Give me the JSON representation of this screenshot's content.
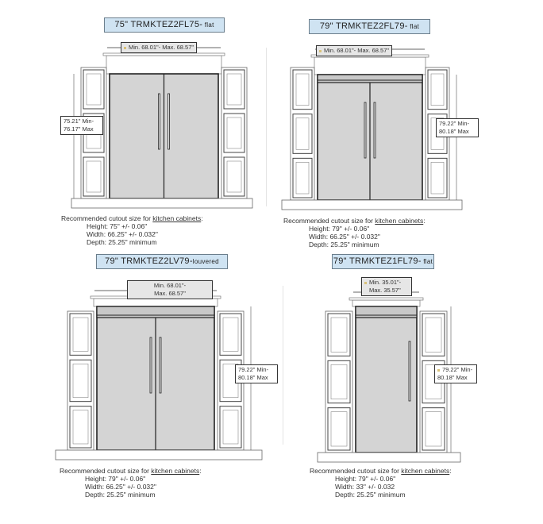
{
  "panels": [
    {
      "title_main": "75\" TRMKTEZ2FL75-",
      "title_suffix": " flat",
      "width_label": "Min. 68.01\"- Max. 68.57\"",
      "height_label_1": "75.21\" Min-",
      "height_label_2": "76.17\" Max",
      "rec_intro": "Recommended cutout size for ",
      "rec_link": "kitchen cabinets",
      "rec_colon": ":",
      "height": "Height: 75\" +/- 0.06\"",
      "width": "Width: 66.25\" +/- 0.032\"",
      "depth": "Depth: 25.25\" minimum"
    },
    {
      "title_main": "79\" TRMKTEZ2FL79-",
      "title_suffix": " flat",
      "width_label": "Min. 68.01\"- Max. 68.57\"",
      "height_label_1": "79.22\" Min-",
      "height_label_2": "80.18\" Max",
      "rec_intro": "Recommended cutout size for ",
      "rec_link": "kitchen cabinets",
      "rec_colon": ":",
      "height": "Height: 79\" +/- 0.06\"",
      "width": "Width: 66.25\" +/- 0.032\"",
      "depth": "Depth: 25.25\" minimum"
    },
    {
      "title_main": "79\" TRMKTEZ2LV79-",
      "title_suffix": "louvered",
      "width_label_1": "Min. 68.01\"-",
      "width_label_2": "Max. 68.57\"",
      "height_label_1": "79.22\" Min-",
      "height_label_2": "80.18\" Max",
      "rec_intro": "Recommended cutout size for ",
      "rec_link": "kitchen cabinets",
      "rec_colon": ":",
      "height": "Height: 79\" +/- 0.06\"",
      "width": "Width: 66.25\" +/- 0.032\"",
      "depth": "Depth: 25.25\" minimum"
    },
    {
      "title_main": "79\" TRMKTEZ1FL79-",
      "title_suffix": " flat",
      "width_label_1": "Min. 35.01\"-",
      "width_label_2": "Max. 35.57\"",
      "height_label_1": "79.22\" Min-",
      "height_label_2": "80.18\" Max",
      "rec_intro": "Recommended cutout size for ",
      "rec_link": "kitchen cabinets",
      "rec_colon": ":",
      "height": "Height: 79\" +/- 0.06\"",
      "width": "Width: 33\" +/- 0.032",
      "depth": "Depth: 25.25\" minimum"
    }
  ],
  "colors": {
    "title_bg": "#cfe3f2",
    "fridge": "#d4d4d4",
    "label_bg": "#e6e6e6"
  }
}
